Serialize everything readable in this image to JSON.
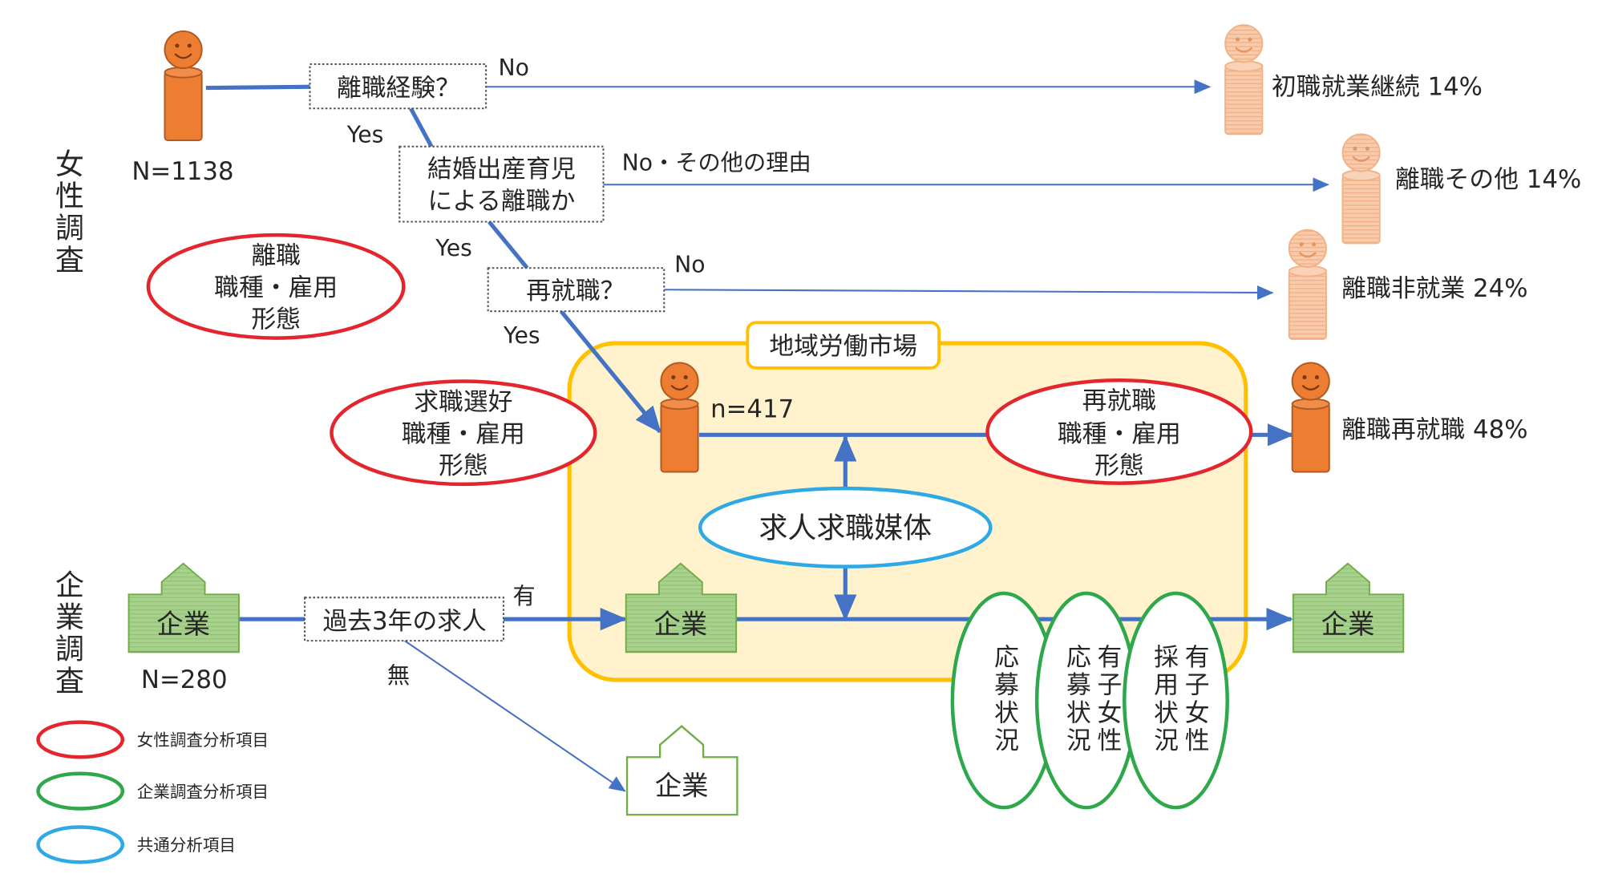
{
  "survey_labels": {
    "women": "女性調査",
    "company": "企業調査"
  },
  "women_flow": {
    "sample_size": "N=1138",
    "q_separation": {
      "label": "離職経験？",
      "no": "No",
      "yes": "Yes"
    },
    "q_reason": {
      "line1": "結婚出産育児",
      "line2": "による離職か",
      "no": "No・その他の理由",
      "yes": "Yes"
    },
    "q_reemployment": {
      "label": "再就職？",
      "no": "No",
      "yes": "Yes"
    },
    "reemployed_sample": "n=417",
    "outcomes": [
      {
        "label": "初職就業継続 14%"
      },
      {
        "label": "離職その他 14%"
      },
      {
        "label": "離職非就業 24%"
      },
      {
        "label": "離職再就職 48%"
      }
    ]
  },
  "market_label": "地域労働市場",
  "analysis_items": {
    "separation": [
      "離職",
      "職種・雇用",
      "形態"
    ],
    "job_preference": [
      "求職選好",
      "職種・雇用",
      "形態"
    ],
    "reemployment": [
      "再就職",
      "職種・雇用",
      "形態"
    ],
    "media": "求人求職媒体",
    "application_status": [
      "応募状況"
    ],
    "mothers_application": [
      "有子女性",
      "応募状況"
    ],
    "mothers_hiring": [
      "有子女性",
      "採用状況"
    ]
  },
  "company_flow": {
    "sample_size": "N=280",
    "question": "過去3年の求人",
    "yes": "有",
    "no": "無",
    "company_label": "企業"
  },
  "legend": [
    {
      "label": "女性調査分析項目",
      "color": "#E3262E"
    },
    {
      "label": "企業調査分析項目",
      "color": "#2EA84A"
    },
    {
      "label": "共通分析項目",
      "color": "#2FA9E6"
    }
  ],
  "colors": {
    "flow": "#4472C4",
    "market_border": "#FFC000",
    "market_fill": "#FFF2CC",
    "respondent": "#ED7D31",
    "respondent_faded": "#F8CBAD",
    "company_fill": "#A9D18E",
    "company_border": "#70AD47"
  }
}
